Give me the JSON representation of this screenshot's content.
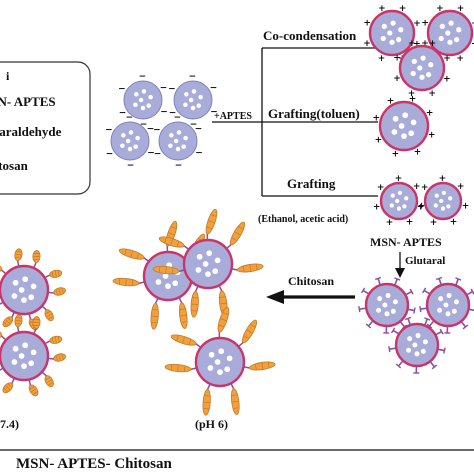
{
  "legend": {
    "lines": [
      "MSN- APTES",
      "Glutaraldehyde",
      "Chitosan"
    ],
    "visible_marker": "i"
  },
  "labels": {
    "aptes": "+APTES",
    "route_1": "Co-condensation",
    "route_2": "Grafting(toluen)",
    "route_3": "Grafting",
    "route_3_sub": "(Ethanol, acetic acid)",
    "msn_aptes": "MSN- APTES",
    "glutaraldehyde": "Glutaral",
    "chitosan": "Chitosan",
    "ph_left": "7.4)",
    "ph_right": "(pH 6)",
    "bottom_title": "MSN- APTES- Chitosan"
  },
  "colors": {
    "particle_fill": "#a9acd8",
    "pore_fill": "#ffffff",
    "shell_stroke": "#cc3366",
    "linker_stroke": "#8a4fa0",
    "chitosan_fill": "#f0a040",
    "chitosan_stroke": "#c57a20",
    "line": "#111111"
  },
  "charges": {
    "negative": "−",
    "positive": "+"
  }
}
